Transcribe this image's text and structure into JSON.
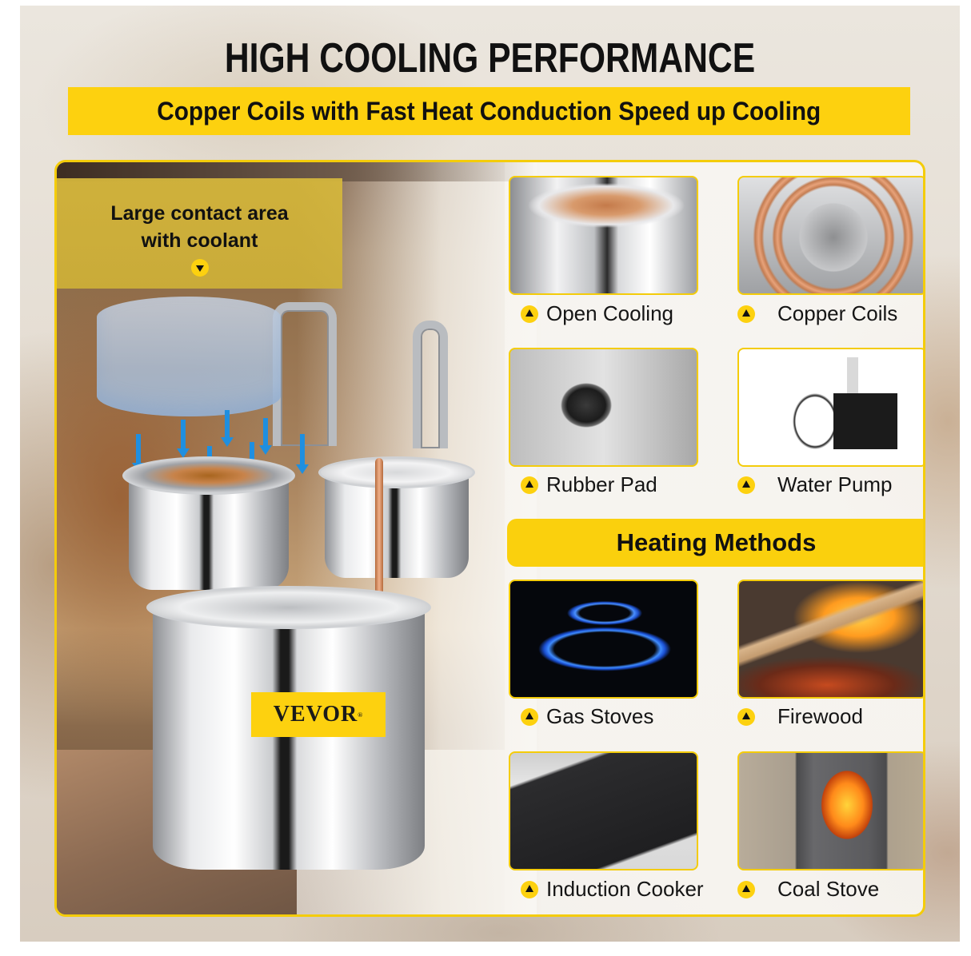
{
  "header": {
    "title": "HIGH COOLING PERFORMANCE",
    "subtitle": "Copper Coils with Fast Heat Conduction Speed up Cooling"
  },
  "hero": {
    "caption_line1": "Large contact area",
    "caption_line2": "with coolant",
    "caption_icon": "triangle-down-bullet-icon",
    "brand_label": "VEVOR",
    "brand_mark": "®"
  },
  "features": [
    {
      "label": "Open Cooling",
      "image": "open-cooling-photo"
    },
    {
      "label": "Copper Coils",
      "image": "copper-coils-photo"
    },
    {
      "label": "Rubber Pad",
      "image": "rubber-pad-photo"
    },
    {
      "label": "Water Pump",
      "image": "water-pump-photo"
    }
  ],
  "heating": {
    "title": "Heating Methods",
    "methods": [
      {
        "label": "Gas Stoves",
        "image": "gas-stove-photo"
      },
      {
        "label": "Firewood",
        "image": "firewood-photo"
      },
      {
        "label": "Induction Cooker",
        "image": "induction-cooker-photo"
      },
      {
        "label": "Coal Stove",
        "image": "coal-stove-photo"
      }
    ]
  },
  "colors": {
    "accent_yellow": "#fdd10f",
    "frame_yellow": "#f4cc0a",
    "text": "#111111",
    "arrow_blue": "#1f8fe0"
  }
}
